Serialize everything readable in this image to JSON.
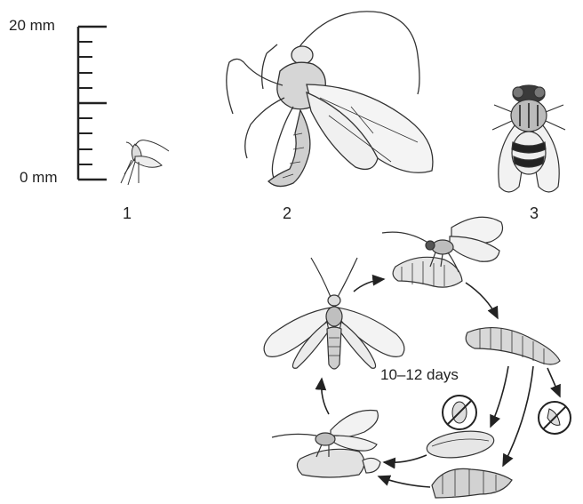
{
  "scale": {
    "top_label": "20 mm",
    "bottom_label": "0 mm"
  },
  "specimens": [
    {
      "number": "1",
      "icon": "tiny-parasitoid-wasp-icon"
    },
    {
      "number": "2",
      "icon": "large-ichneumon-wasp-icon"
    },
    {
      "number": "3",
      "icon": "tachinid-fly-icon"
    }
  ],
  "life_cycle": {
    "duration_label": "10–12 days",
    "stages": [
      "adult-wasp-icon",
      "wasp-ovipositing-on-caterpillar-icon",
      "parasitized-caterpillar-icon",
      "cocoon-icon",
      "dead-caterpillar-icon",
      "wasp-emerging-from-cocoon-icon"
    ],
    "prohibited_outcomes": [
      "no-moth-pupa-icon",
      "no-moth-emerges-icon"
    ]
  },
  "colors": {
    "ink": "#222222",
    "shading": "#bdbdbd",
    "background": "#ffffff"
  }
}
